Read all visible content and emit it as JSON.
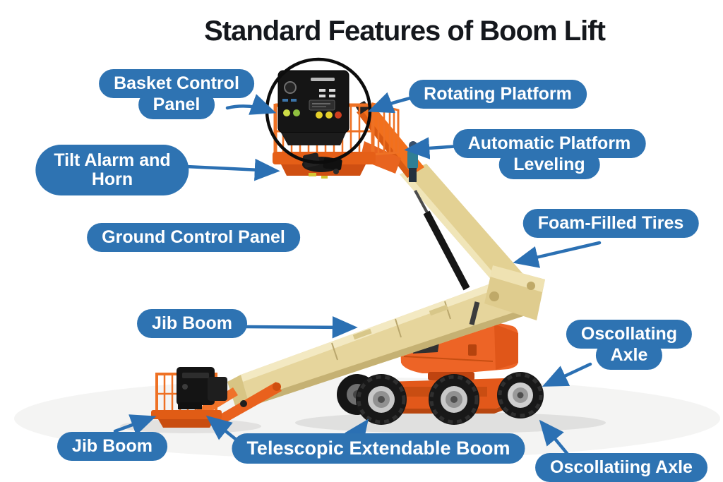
{
  "title": "Standard Features of Boom Lift",
  "labels": {
    "basket_control_panel": {
      "line1": "Basket Control",
      "line2": "Panel"
    },
    "rotating_platform": {
      "text": "Rotating Platform"
    },
    "automatic_platform_leveling": {
      "line1": "Automatic Platform",
      "line2": "Leveling"
    },
    "tilt_alarm_and_horn": {
      "line1": "Tilt Alarm and",
      "line2": "Horn"
    },
    "foam_filled_tires": {
      "text": "Foam-Filled Tires"
    },
    "ground_control_panel": {
      "text": "Ground Control Panel"
    },
    "jib_boom_upper": {
      "text": "Jib Boom"
    },
    "oscollating_axle": {
      "line1": "Oscollating",
      "line2": "Axle"
    },
    "jib_boom_lower": {
      "text": "Jib Boom"
    },
    "telescopic_extendable_boom": {
      "text": "Telescopic Extendable Boom"
    },
    "oscollatiing_axle_bottom": {
      "text": "Oscollatiing Axle"
    }
  },
  "colors": {
    "label_bubble": "#2e73b2",
    "label_text": "#ffffff",
    "title_text": "#15181d",
    "arrow": "#2b70b3",
    "machine_orange": "#ed6426",
    "boom_beige": "#e4d299",
    "panel_black": "#151515",
    "background": "#ffffff"
  }
}
